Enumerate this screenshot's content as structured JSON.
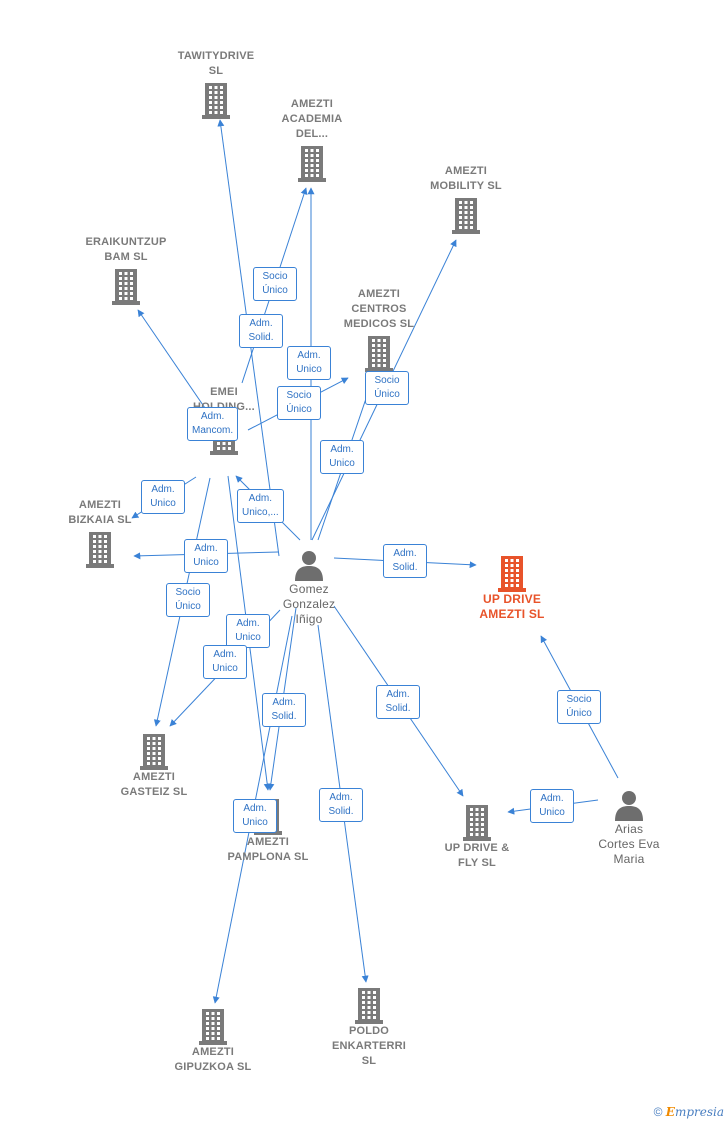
{
  "colors": {
    "edge": "#3a82d6",
    "building": "#7a7a7a",
    "highlight": "#e8532a",
    "person": "#6e6e6e"
  },
  "nodes": [
    {
      "id": "tawitydrive",
      "label": "TAWITYDRIVE\nSL",
      "kind": "company",
      "icon": "building-icon"
    },
    {
      "id": "academia",
      "label": "AMEZTI\nACADEMIA\nDEL...",
      "kind": "company",
      "icon": "building-icon"
    },
    {
      "id": "mobility",
      "label": "AMEZTI\nMOBILITY  SL",
      "kind": "company",
      "icon": "building-icon"
    },
    {
      "id": "eraikuntzup",
      "label": "ERAIKUNTZUP\nBAM  SL",
      "kind": "company",
      "icon": "building-icon"
    },
    {
      "id": "centros",
      "label": "AMEZTI\nCENTROS\nMEDICOS  SL",
      "kind": "company",
      "icon": "building-icon"
    },
    {
      "id": "emei",
      "label": "EMEI\nHOLDING...",
      "kind": "company",
      "icon": "building-icon"
    },
    {
      "id": "bizkaia",
      "label": "AMEZTI\nBIZKAIA  SL",
      "kind": "company",
      "icon": "building-icon"
    },
    {
      "id": "gomez",
      "label": "Gomez\nGonzalez\nIñigo",
      "kind": "person",
      "icon": "person-icon"
    },
    {
      "id": "updrive",
      "label": "UP DRIVE\nAMEZTI  SL",
      "kind": "main",
      "icon": "building-icon"
    },
    {
      "id": "gasteiz",
      "label": "AMEZTI\nGASTEIZ  SL",
      "kind": "company",
      "icon": "building-icon"
    },
    {
      "id": "pamplona",
      "label": "AMEZTI\nPAMPLONA  SL",
      "kind": "company",
      "icon": "building-icon"
    },
    {
      "id": "flysl",
      "label": "UP DRIVE &\nFLY  SL",
      "kind": "company",
      "icon": "building-icon"
    },
    {
      "id": "arias",
      "label": "Arias\nCortes Eva\nMaria",
      "kind": "person",
      "icon": "person-icon"
    },
    {
      "id": "gipuzkoa",
      "label": "AMEZTI\nGIPUZKOA  SL",
      "kind": "company",
      "icon": "building-icon"
    },
    {
      "id": "poldo",
      "label": "POLDO\nENKARTERRI\nSL",
      "kind": "company",
      "icon": "building-icon"
    }
  ],
  "edge_labels": [
    {
      "text": "Socio\nÚnico"
    },
    {
      "text": "Adm.\nSolid."
    },
    {
      "text": "Adm.\nUnico"
    },
    {
      "text": "Socio\nÚnico"
    },
    {
      "text": "Adm.\nUnico"
    },
    {
      "text": "Adm.\nMancom."
    },
    {
      "text": "Adm.\nUnico"
    },
    {
      "text": "Socio\nÚnico"
    },
    {
      "text": "Adm.\nUnico,..."
    },
    {
      "text": "Adm.\nUnico"
    },
    {
      "text": "Adm.\nSolid."
    },
    {
      "text": "Socio\nÚnico"
    },
    {
      "text": "Socio\nÚnico"
    },
    {
      "text": "Adm.\nUnico"
    },
    {
      "text": "Adm.\nUnico"
    },
    {
      "text": "Adm.\nSolid."
    },
    {
      "text": "Adm.\nSolid."
    },
    {
      "text": "Adm.\nSolid."
    },
    {
      "text": "Adm.\nUnico"
    },
    {
      "text": "Adm.\nUnico"
    }
  ],
  "footer": {
    "copyright": "©",
    "brand_first": "E",
    "brand_rest": "mpresia"
  }
}
